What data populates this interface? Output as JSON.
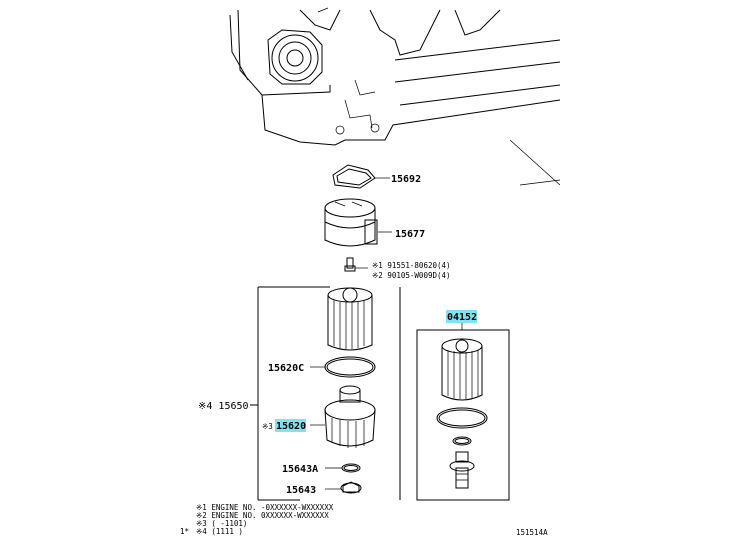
{
  "parts": {
    "p15692": "15692",
    "p15677": "15677",
    "bolt1": "※1 91551-80620(4)",
    "bolt2": "※2 90105-W009D(4)",
    "p15650": "※4 15650",
    "p15620C": "15620C",
    "p15620_prefix": "※3",
    "p15620": "15620",
    "p15643A": "15643A",
    "p15643": "15643",
    "p04152": "04152"
  },
  "footnotes": {
    "n1": "※1 ENGINE NO. -0XXXXXX-WXXXXXX",
    "n2": "※2 ENGINE NO. 0XXXXXX-WXXXXXX",
    "n3": "※3 (    -1101)",
    "n4": "※4 (1111    )",
    "mark": "1*"
  },
  "diagram_id": "151514A",
  "colors": {
    "highlight": "#7fe3f0"
  }
}
